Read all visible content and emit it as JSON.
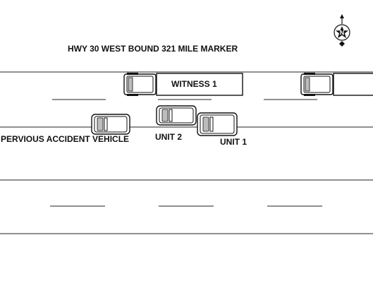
{
  "diagram": {
    "title": "HWY 30 WEST BOUND 321 MILE MARKER",
    "compass_letter": "N",
    "labels": {
      "witness": "WITNESS 1",
      "unit1": "UNIT 1",
      "unit2": "UNIT 2",
      "previous_vehicle": "PERVIOUS ACCIDENT VEHICLE"
    },
    "icons": {
      "compass": "north-arrow-compass-icon"
    },
    "colors": {
      "line": "#222222",
      "vehicle_window": "#bdbdbd"
    }
  }
}
